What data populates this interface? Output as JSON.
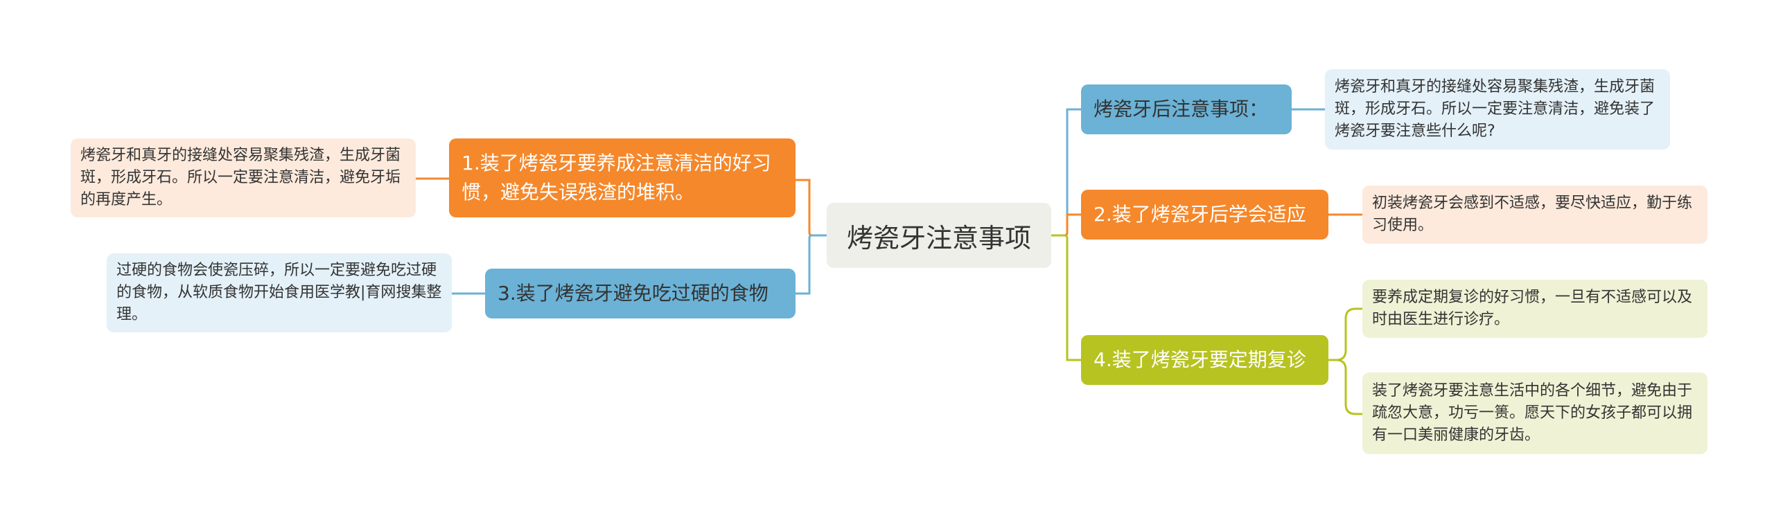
{
  "center": {
    "title": "烤瓷牙注意事项"
  },
  "branches": [
    {
      "label": "1.装了烤瓷牙要养成注意清洁的好习惯，避免失误残渣的堆积。",
      "leaves": [
        "烤瓷牙和真牙的接缝处容易聚集残渣，生成牙菌斑，形成牙石。所以一定要注意清洁，避免牙垢的再度产生。"
      ]
    },
    {
      "label": "3.装了烤瓷牙避免吃过硬的食物",
      "leaves": [
        "过硬的食物会使瓷压碎，所以一定要避免吃过硬的食物，从软质食物开始食用医学教|育网搜集整理。"
      ]
    },
    {
      "label": "烤瓷牙后注意事项：",
      "leaves": [
        "烤瓷牙和真牙的接缝处容易聚集残渣，生成牙菌斑，形成牙石。所以一定要注意清洁，避免装了烤瓷牙要注意些什么呢?"
      ]
    },
    {
      "label": "2.装了烤瓷牙后学会适应",
      "leaves": [
        "初装烤瓷牙会感到不适感，要尽快适应，勤于练习使用。"
      ]
    },
    {
      "label": "4.装了烤瓷牙要定期复诊",
      "leaves": [
        "要养成定期复诊的好习惯，一旦有不适感可以及时由医生进行诊疗。",
        "装了烤瓷牙要注意生活中的各个细节，避免由于疏忽大意，功亏一篑。愿天下的女孩子都可以拥有一口美丽健康的牙齿。"
      ]
    }
  ],
  "colors": {
    "orange": "#f5882b",
    "blue": "#6bb2d6",
    "olive": "#b7c320",
    "orange_light": "#fdeadc",
    "blue_light": "#e4f1f9",
    "olive_light": "#eff2d4",
    "center_bg": "#efefe9"
  }
}
